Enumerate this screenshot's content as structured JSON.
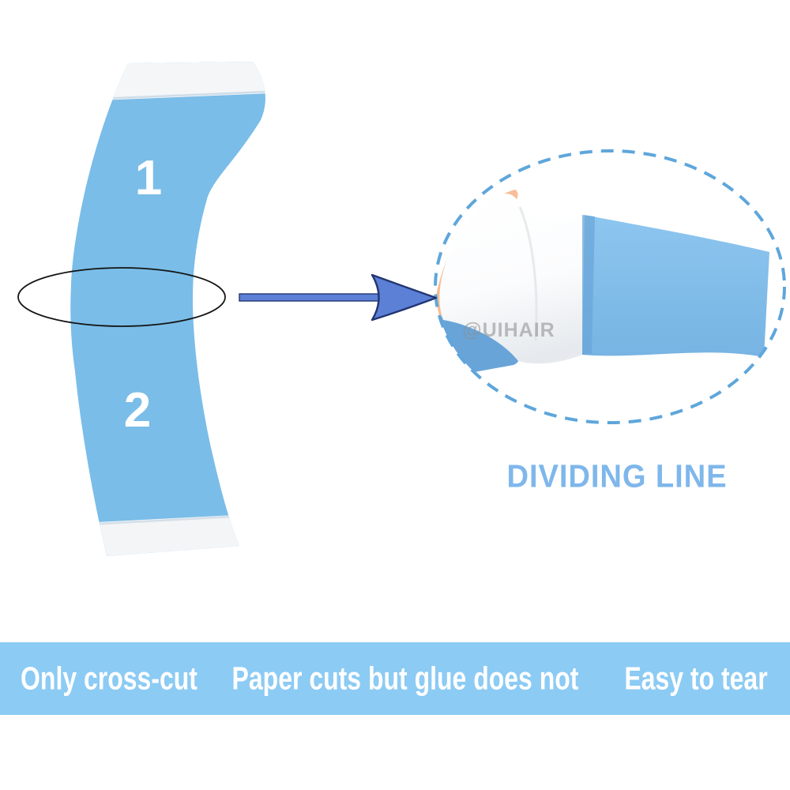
{
  "tape_strip": {
    "segment1_label": "1",
    "segment2_label": "2"
  },
  "magnified_view": {
    "watermark": "@UIHAIR",
    "caption": "DIVIDING LINE"
  },
  "banner": {
    "items": [
      {
        "label": "Only cross-cut"
      },
      {
        "label": "Paper cuts but glue does not"
      },
      {
        "label": "Easy to tear"
      }
    ]
  },
  "colors": {
    "tape_blue": "#7abde8",
    "panel_blue": "#84c0ea",
    "wedge_blue": "#68a4d8",
    "banner_bg": "#8ccbf4",
    "caption_blue": "#7fb7eb",
    "arrow_blue": "#5b80d6",
    "arrow_outline": "#233571",
    "dash_blue": "#5ea6db",
    "highlight_outline": "#141414",
    "liner_white": "#ffffff",
    "peel_orange": "#f5b68e"
  }
}
